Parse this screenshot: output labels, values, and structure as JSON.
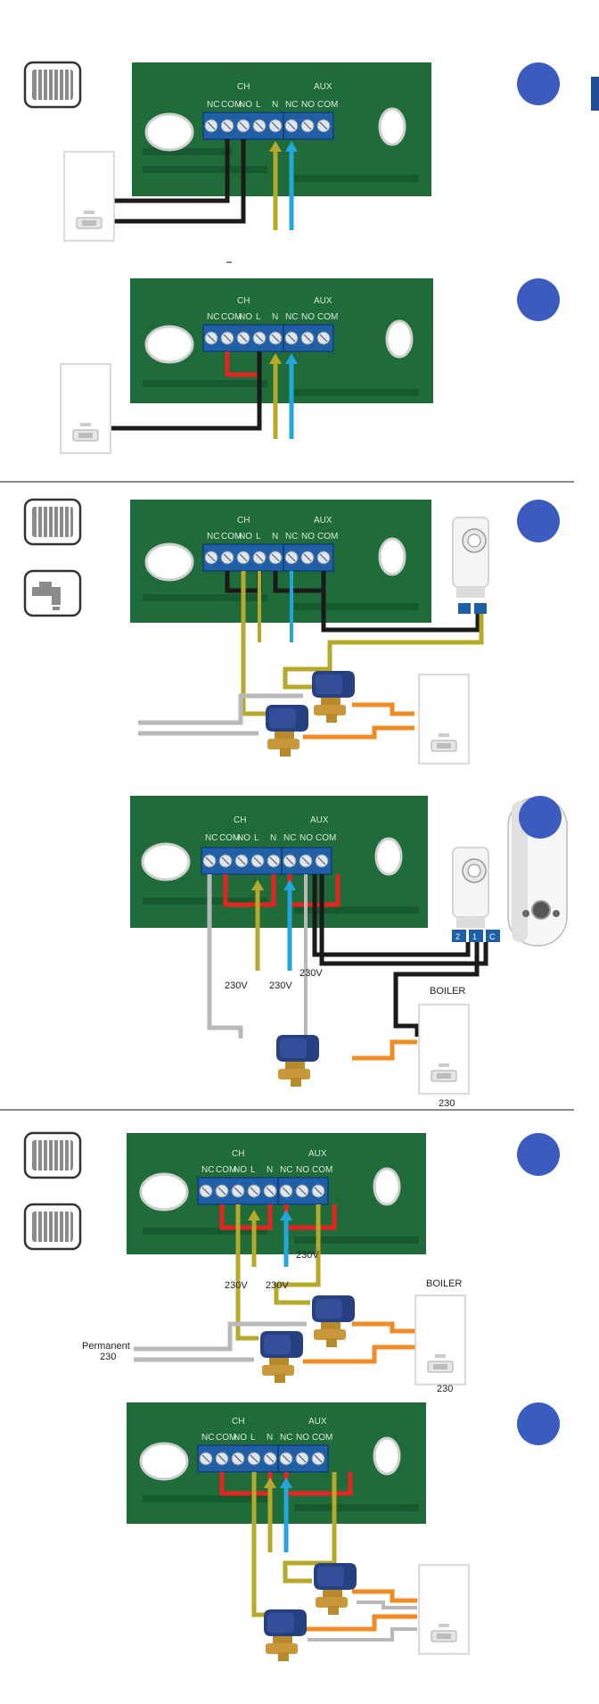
{
  "colors": {
    "board": "#1f6b3a",
    "board_trace": "#185a30",
    "terminal": "#1e5fa8",
    "step_circle": "#3b5bbf",
    "live": "#b5a82a",
    "neutral": "#22a6dd",
    "black": "#1a1a1a",
    "red": "#e52421",
    "orange": "#f08a24",
    "grey": "#b8b8b8",
    "divider": "#8a8a8a"
  },
  "terminal_labels": [
    "NC",
    "COM",
    "NO",
    "L",
    "N",
    "NC",
    "NO",
    "COM"
  ],
  "group_labels": {
    "ch": "CH",
    "aux": "AUX"
  },
  "icons": {
    "radiator": "radiator-icon",
    "tap": "water-tap-icon",
    "boiler": "boiler-icon",
    "valve": "zone-valve-icon",
    "thermostat": "cylinder-thermostat-icon",
    "cylinder": "hot-water-cylinder-icon"
  },
  "diagram4": {
    "label_230_left": "230V",
    "label_230_mid": "230V",
    "label_230_right": "230V",
    "boiler_title": "BOILER",
    "boiler_caption": "230",
    "thermostat_terminals": [
      "2",
      "1",
      "C"
    ]
  },
  "diagram5": {
    "label_230_left": "230V",
    "label_230_mid": "230V",
    "label_230_right": "230V",
    "boiler_title": "BOILER",
    "boiler_caption": "230",
    "permanent_label": "Permanent",
    "permanent_value": "230"
  }
}
